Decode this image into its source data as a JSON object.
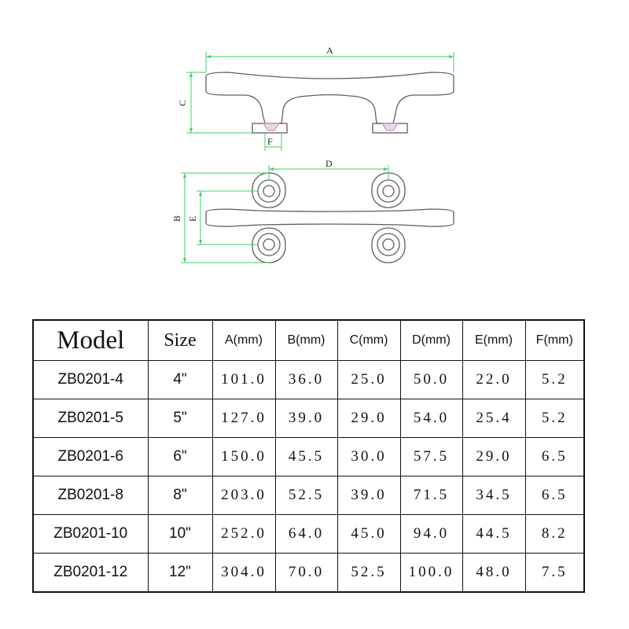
{
  "drawing": {
    "dim_labels": {
      "a": "A",
      "b": "B",
      "c": "C",
      "d": "D",
      "e": "E",
      "f": "F"
    }
  },
  "table": {
    "headers": [
      "Model",
      "Size",
      "A(mm)",
      "B(mm)",
      "C(mm)",
      "D(mm)",
      "E(mm)",
      "F(mm)"
    ],
    "rows": [
      [
        "ZB0201-4",
        "4\"",
        "101.0",
        "36.0",
        "25.0",
        "50.0",
        "22.0",
        "5.2"
      ],
      [
        "ZB0201-5",
        "5\"",
        "127.0",
        "39.0",
        "29.0",
        "54.0",
        "25.4",
        "5.2"
      ],
      [
        "ZB0201-6",
        "6\"",
        "150.0",
        "45.5",
        "30.0",
        "57.5",
        "29.0",
        "6.5"
      ],
      [
        "ZB0201-8",
        "8\"",
        "203.0",
        "52.5",
        "39.0",
        "71.5",
        "34.5",
        "6.5"
      ],
      [
        "ZB0201-10",
        "10\"",
        "252.0",
        "64.0",
        "45.0",
        "94.0",
        "44.5",
        "8.2"
      ],
      [
        "ZB0201-12",
        "12\"",
        "304.0",
        "70.0",
        "52.5",
        "100.0",
        "48.0",
        "7.5"
      ]
    ]
  },
  "colors": {
    "line": "#5f5f5f",
    "dimension": "#3fcf6a",
    "base_fill": "#ead7ea"
  }
}
